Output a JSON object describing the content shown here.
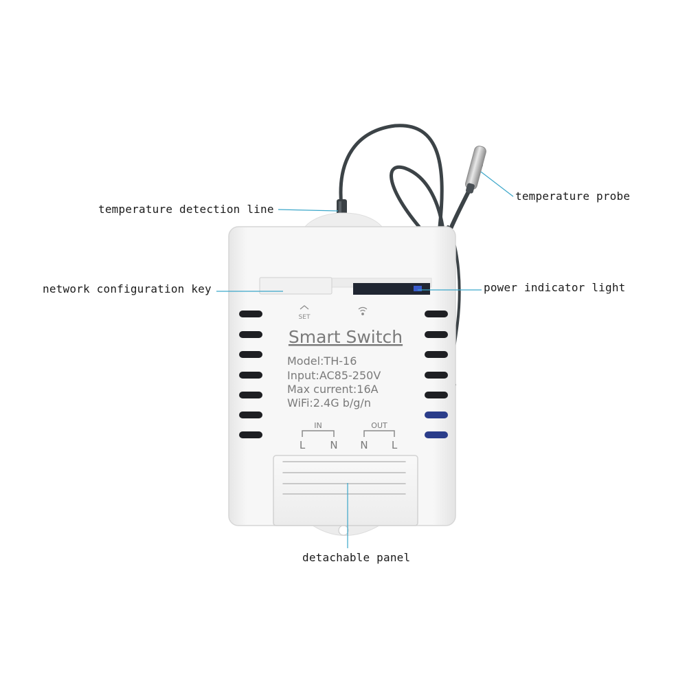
{
  "device": {
    "set_label": "SET",
    "title": "Smart Switch",
    "spec_lines": [
      "Model:TH-16",
      "Input:AC85-250V",
      "Max current:16A",
      "WiFi:2.4G b/g/n"
    ],
    "in_label": "IN",
    "out_label": "OUT",
    "terminals": [
      "L",
      "N",
      "N",
      "L"
    ]
  },
  "callouts": {
    "temperature_detection_line": "temperature detection line",
    "temperature_probe": "temperature probe",
    "network_configuration_key": "network configuration key",
    "power_indicator_light": "power indicator light",
    "detachable_panel": "detachable panel"
  },
  "colors": {
    "leader_line": "#3aa6c9",
    "device_body": "#f4f4f4",
    "cable": "#3c4347",
    "label_text": "#7a7a7a"
  }
}
